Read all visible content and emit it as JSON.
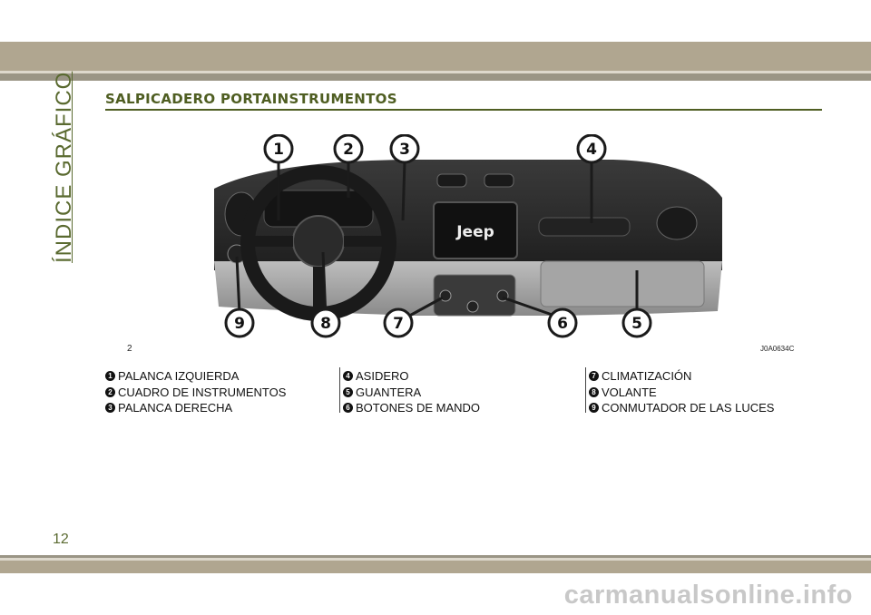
{
  "side_title": "ÍNDICE GRÁFICO",
  "section_title": "SALPICADERO PORTAINSTRUMENTOS",
  "figure": {
    "callouts": [
      "1",
      "2",
      "3",
      "4",
      "5",
      "6",
      "7",
      "8",
      "9"
    ],
    "logo_text": "Jeep",
    "label_left": "2",
    "label_right": "J0A0634C"
  },
  "legend": [
    {
      "num": "1",
      "label": "PALANCA IZQUIERDA"
    },
    {
      "num": "2",
      "label": "CUADRO DE INSTRUMENTOS"
    },
    {
      "num": "3",
      "label": "PALANCA DERECHA"
    },
    {
      "num": "4",
      "label": "ASIDERO"
    },
    {
      "num": "5",
      "label": "GUANTERA"
    },
    {
      "num": "6",
      "label": "BOTONES DE MANDO"
    },
    {
      "num": "7",
      "label": "CLIMATIZACIÓN"
    },
    {
      "num": "8",
      "label": "VOLANTE"
    },
    {
      "num": "9",
      "label": "CONMUTADOR DE LAS LUCES"
    }
  ],
  "page_number": "12",
  "watermark": "carmanualsonline.info",
  "colors": {
    "band": "#b0a690",
    "accent": "#4f5e22"
  }
}
